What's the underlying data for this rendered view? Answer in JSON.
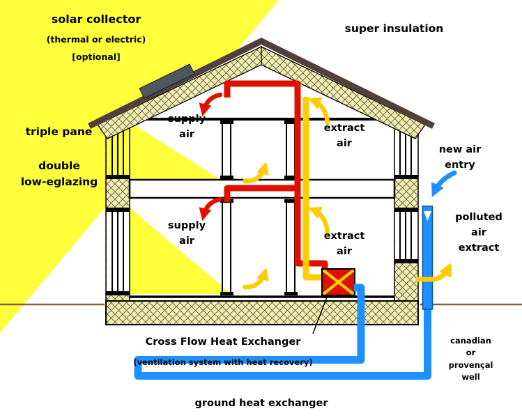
{
  "labels": {
    "solar_title": "solar collector",
    "solar_sub": "(thermal or electric)",
    "solar_opt": "[optional]",
    "super_insulation": "super insulation",
    "triple_pane": "triple pane",
    "glazing_1": "double",
    "glazing_2": "low-eglazing",
    "supply_1": "supply",
    "supply_2": "air",
    "extract_1": "extract",
    "extract_2": "air",
    "new_air_1": "new air",
    "new_air_2": "entry",
    "polluted_1": "polluted",
    "polluted_2": "air",
    "polluted_3": "extract",
    "well_1": "canadian",
    "well_2": "or",
    "well_3": "provençal",
    "well_4": "well",
    "hx_title": "Cross Flow Heat Exchanger",
    "hx_sub": "(ventilation system with heat recovery)",
    "ground_hx": "ground heat exchanger"
  },
  "colors": {
    "sun_beam": "#ffff3b",
    "supply_air": "#e01000",
    "extract_air": "#ffcc00",
    "fresh_air": "#1e90ff",
    "insulation": "#f2ecae",
    "hatch_line": "#5f5f4a",
    "roof": "#52403a",
    "solar_panel": "#4e565e",
    "heat_exchanger": "#e01000",
    "ground_line": "#8a5a3a",
    "text": "#000000"
  }
}
